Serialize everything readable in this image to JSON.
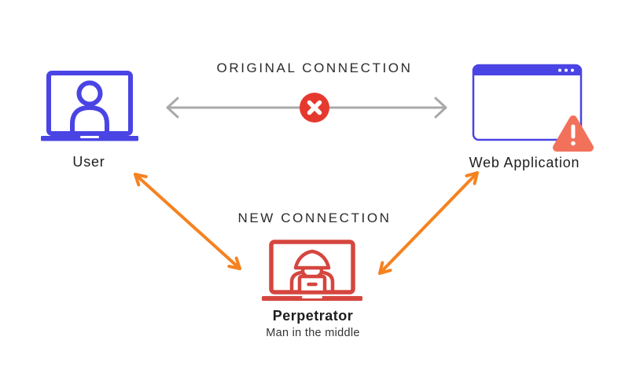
{
  "colors": {
    "node-blue": "#4a44e4",
    "node-red": "#d5463f",
    "blocked-red": "#e6392e",
    "arrow-orange": "#f58220",
    "warning-salmon": "#f2715b",
    "line-gray": "#a9a9a9",
    "heading-text": "#2b2b2b",
    "label-text": "#1e1e1e"
  },
  "headings": {
    "original_connection": "ORIGINAL CONNECTION",
    "new_connection": "NEW CONNECTION"
  },
  "nodes": {
    "user": {
      "label": "User",
      "icon": "laptop-user-icon"
    },
    "web_application": {
      "label": "Web Application",
      "icon": "browser-window-icon",
      "badge_icon": "warning-icon"
    },
    "perpetrator": {
      "label": "Perpetrator",
      "sublabel": "Man in the middle",
      "icon": "laptop-hacker-icon"
    }
  },
  "connections": {
    "original": {
      "from": "user",
      "to": "web_application",
      "arrow": "double",
      "status": "blocked",
      "status_icon": "blocked-x-icon"
    },
    "new_left": {
      "from": "user",
      "to": "perpetrator",
      "arrow": "double"
    },
    "new_right": {
      "from": "perpetrator",
      "to": "web_application",
      "arrow": "double"
    }
  }
}
